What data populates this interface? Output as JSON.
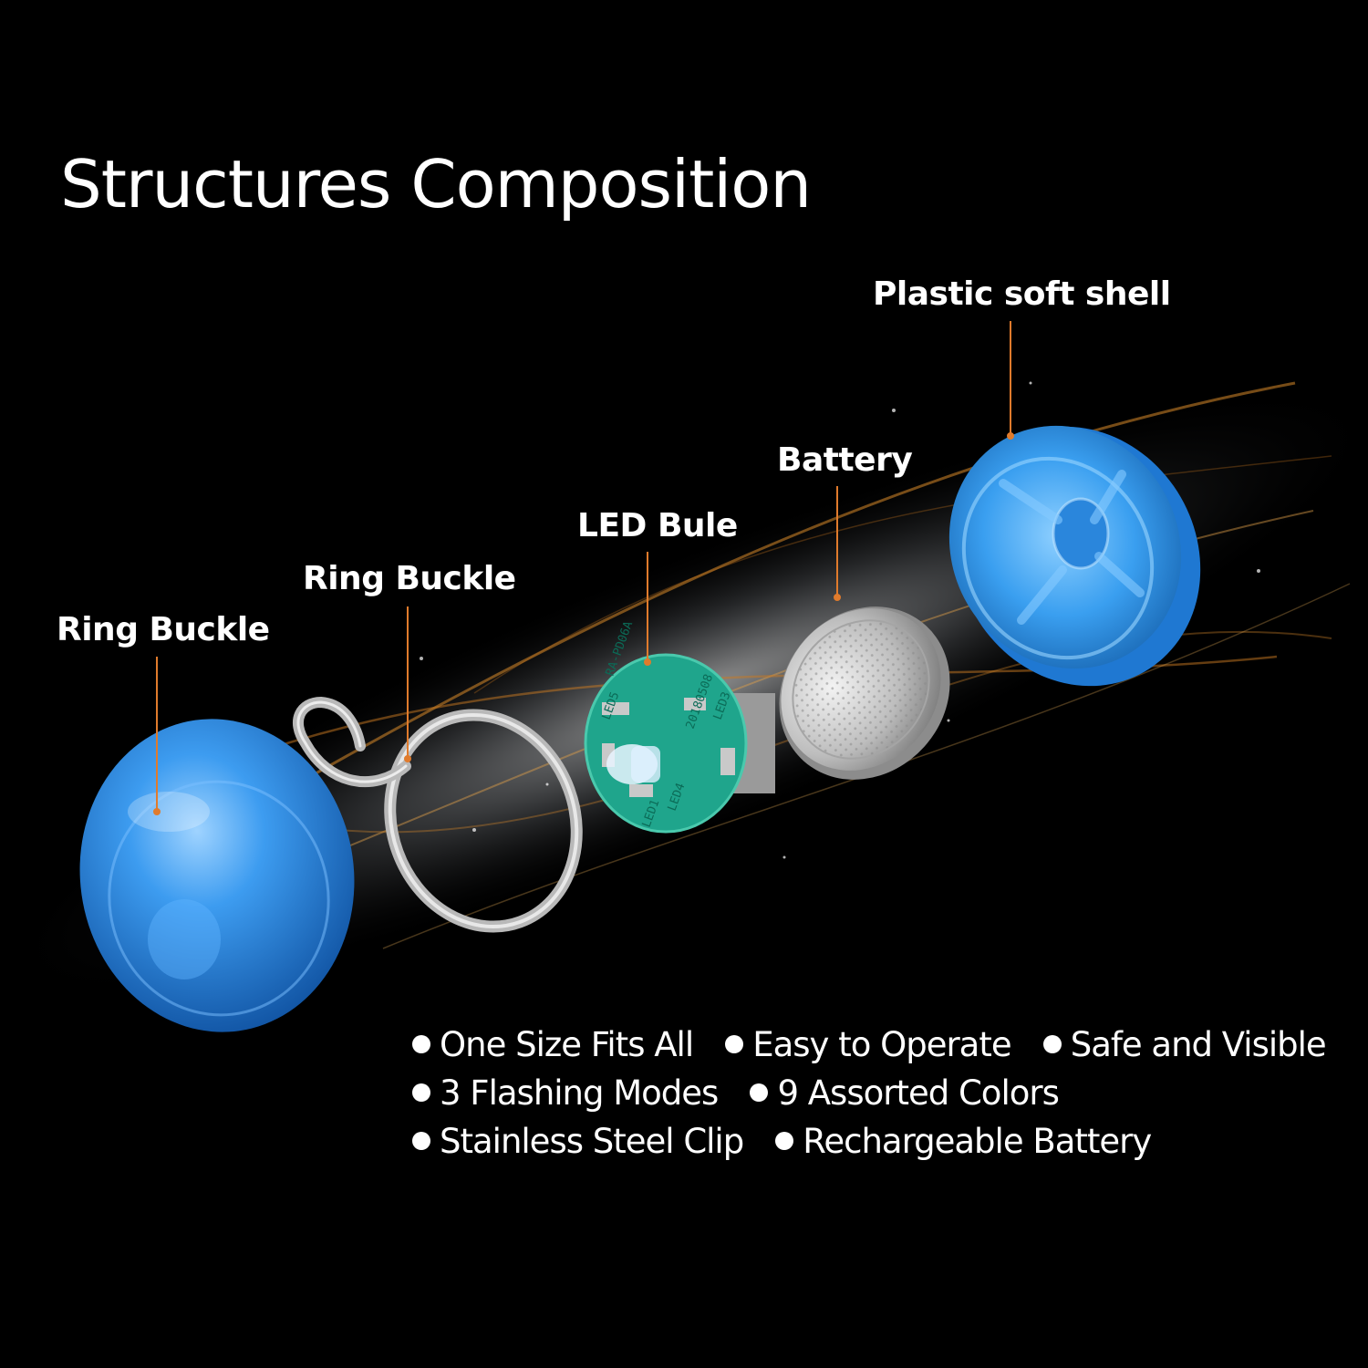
{
  "title": "Structures Composition",
  "components": [
    {
      "label": "Ring Buckle"
    },
    {
      "label": "Ring Buckle"
    },
    {
      "label": "LED Bule"
    },
    {
      "label": "Battery"
    },
    {
      "label": "Plastic soft shell"
    }
  ],
  "pcb_print": {
    "model": "RA-PD06A",
    "date": "20180508",
    "led_a": "LED5",
    "led_b": "LED3",
    "led_c": "LED4",
    "led_d": "LED1"
  },
  "features": [
    [
      "One Size Fits All",
      "Easy to Operate",
      "Safe and Visible"
    ],
    [
      "3 Flashing Modes",
      "9 Assorted Colors"
    ],
    [
      "Stainless Steel Clip",
      "Rechargeable Battery"
    ]
  ],
  "colors": {
    "background": "#000000",
    "shell_blue": "#2f8fe8",
    "leader_line": "#e07b2c",
    "pcb_green": "#1fa58c",
    "glow": "#d98a2a"
  }
}
